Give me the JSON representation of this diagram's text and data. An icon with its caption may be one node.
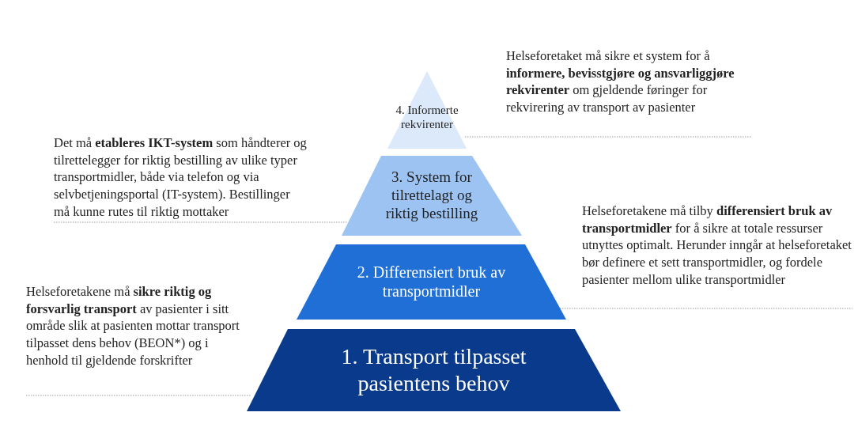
{
  "diagram": {
    "nodes": [
      {
        "text": [
          "4. Informerte rekvirenter"
        ]
      },
      {
        "text": [
          "3. System for tilrettelagt og riktig bestilling"
        ]
      },
      {
        "text": [
          "2. Differensiert bruk av transportmidler"
        ]
      },
      {
        "text": [
          "1. Transport tilpasset pasientens behov"
        ]
      }
    ],
    "edges": [],
    "labels": [
      "Helseforetaket må sikre et system for å **informere, bevisstgjøre og ansvarliggjøre rekvirenter** om gjeldende føringer for rekvirering av transport av pasienter",
      "Det må **etableres IKT-system** som håndterer og tilrettelegger for riktig bestilling av ulike typer transportmidler, både via telefon og via selvbetjeningsportal (IT-system). Bestillinger må kunne rutes til riktig mottaker",
      "Helseforetakene må tilby **differensiert bruk av transportmidler** for å sikre at totale ressurser utnyttes optimalt. Herunder inngår at helseforetaket bør definere et sett transportmidler, og fordele pasienter mellom ulike transportmidler",
      "Helseforetakene må **sikre riktig og forsvarlig transport** av pasienter i sitt område slik at pasienten mottar transport tilpasset dens behov (BEON*) og i henhold til gjeldende forskrifter"
    ]
  }
}
